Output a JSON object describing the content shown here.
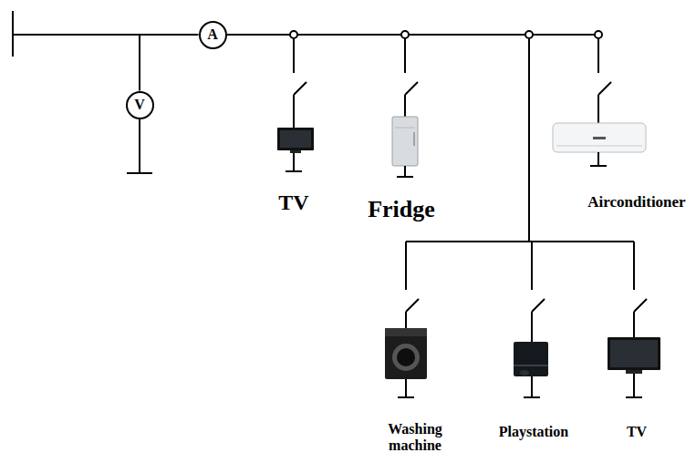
{
  "diagram": {
    "nodes": [
      {
        "text": [
          "A"
        ]
      },
      {
        "text": [
          "V"
        ]
      }
    ],
    "edges": [
      {
        "from": 1,
        "to": 0,
        "arrow": "none"
      }
    ],
    "labels": [
      "TV",
      "Fridge",
      "Airconditioner",
      "Washing machine",
      "Playstation",
      "TV"
    ]
  }
}
